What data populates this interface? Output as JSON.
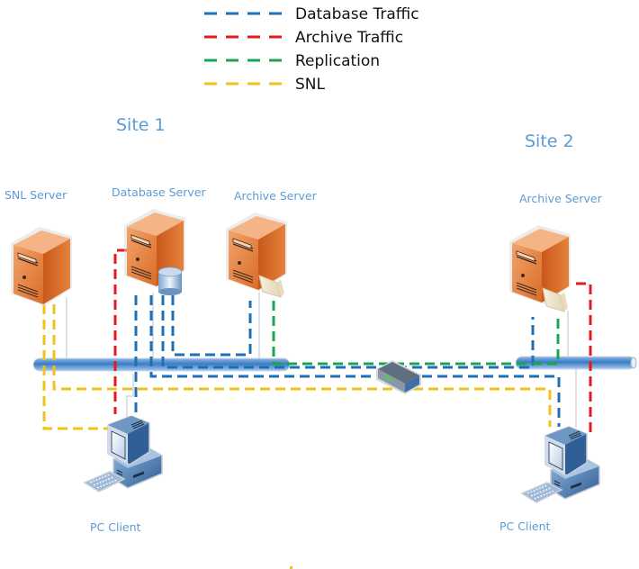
{
  "legend": {
    "items": [
      {
        "label": "Database Traffic",
        "color": "#1f6fb4"
      },
      {
        "label": "Archive Traffic",
        "color": "#e41b1b"
      },
      {
        "label": "Replication",
        "color": "#1aa650"
      },
      {
        "label": "SNL",
        "color": "#f2c21a"
      }
    ]
  },
  "sites": {
    "site1": {
      "label": "Site 1"
    },
    "site2": {
      "label": "Site 2"
    }
  },
  "nodes": {
    "snl_server": {
      "label": "SNL Server",
      "icon": "server-icon"
    },
    "database_server": {
      "label": "Database Server",
      "icon": "database-server-icon"
    },
    "archive_server_1": {
      "label": "Archive Server",
      "icon": "archive-server-icon"
    },
    "archive_server_2": {
      "label": "Archive Server",
      "icon": "archive-server-icon"
    },
    "pc_client_1": {
      "label": "PC Client",
      "icon": "pc-client-icon"
    },
    "pc_client_2": {
      "label": "PC Client",
      "icon": "pc-client-icon"
    },
    "router": {
      "label": "",
      "icon": "router-icon"
    }
  },
  "colors": {
    "database": "#1f6fb4",
    "archive": "#e41b1b",
    "replication": "#1aa650",
    "snl": "#f2c21a",
    "label": "#5b9bd5",
    "server_body": "#e07a35",
    "network_bus": "#4a86c5"
  }
}
